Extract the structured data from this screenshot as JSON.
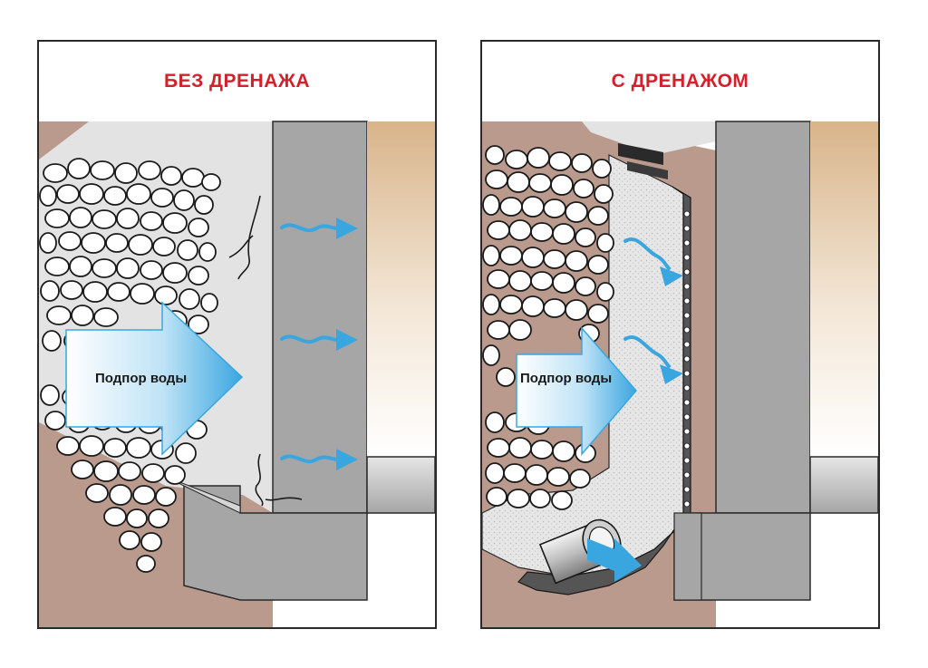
{
  "colors": {
    "title": "#d4202a",
    "soil": "#b99a8d",
    "wall_face": "#e3e3e3",
    "wall_concrete": "#a6a6a6",
    "basement_warm": "#d9b48a",
    "water_arrow": "#3aa6e0",
    "outline": "#2a2a2a"
  },
  "panels": [
    {
      "title": "БЕЗ ДРЕНАЖА",
      "arrow_label": "Подпор воды",
      "variant": "without-drainage"
    },
    {
      "title": "С ДРЕНАЖОМ",
      "arrow_label": "Подпор воды",
      "variant": "with-drainage"
    }
  ]
}
